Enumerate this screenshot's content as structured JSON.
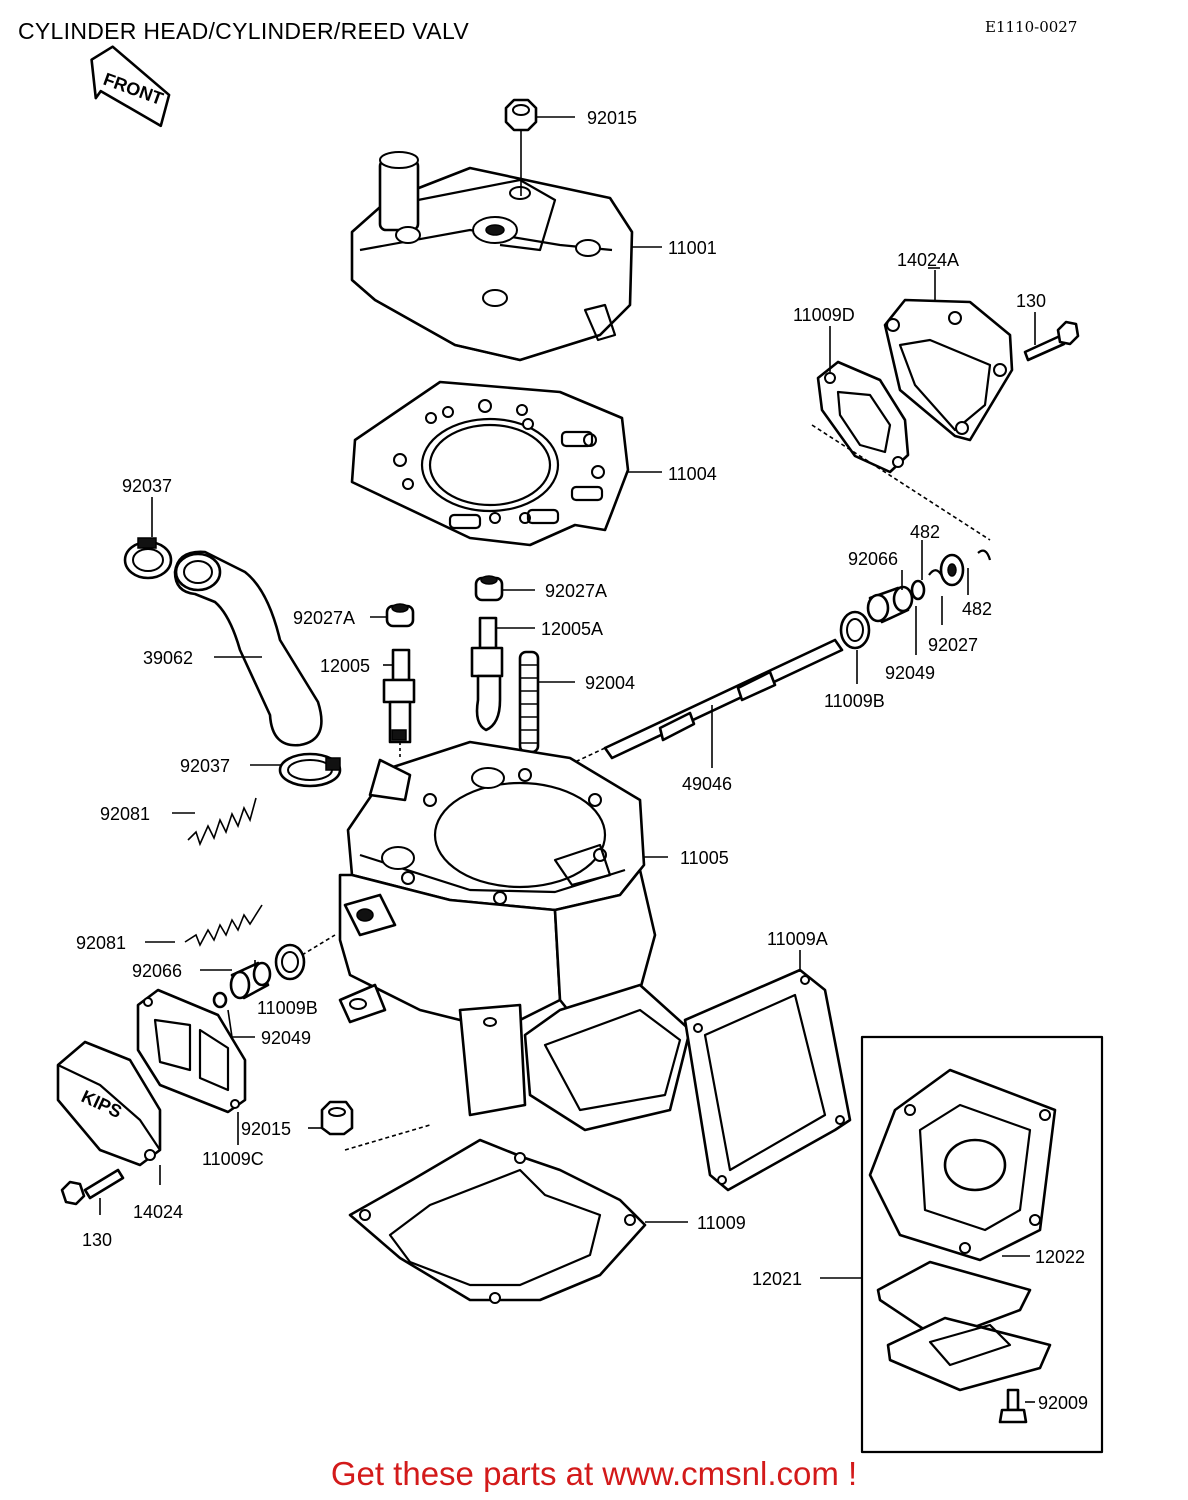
{
  "header": {
    "title": "CYLINDER HEAD/CYLINDER/REED VALV",
    "code": "E1110-0027"
  },
  "front_arrow": {
    "label": "FRONT"
  },
  "parts": {
    "p92015_top": "92015",
    "p11001": "11001",
    "p14024A": "14024A",
    "p130_top": "130",
    "p11009D": "11009D",
    "p11004": "11004",
    "p92037_top": "92037",
    "p482_a": "482",
    "p92066_right": "92066",
    "p92027A_a": "92027A",
    "p92027A_b": "92027A",
    "p12005A": "12005A",
    "p482_b": "482",
    "p92027": "92027",
    "p39062": "39062",
    "p12005": "12005",
    "p92004": "92004",
    "p92049_right": "92049",
    "p11009B_right": "11009B",
    "p92037_mid": "92037",
    "p49046": "49046",
    "p92081_a": "92081",
    "p11005": "11005",
    "p11009A": "11009A",
    "p92081_b": "92081",
    "p92066_left": "92066",
    "p11009B_left": "11009B",
    "p92049_left": "92049",
    "p92015_bottom": "92015",
    "p11009C": "11009C",
    "p14024": "14024",
    "p130_bottom": "130",
    "p11009": "11009",
    "p12022": "12022",
    "p12021": "12021",
    "p92009": "92009"
  },
  "kips_cover": {
    "text": "KIPS"
  },
  "footer": {
    "text": "Get these parts at www.cmsnl.com !",
    "color": "#d31a1a"
  }
}
